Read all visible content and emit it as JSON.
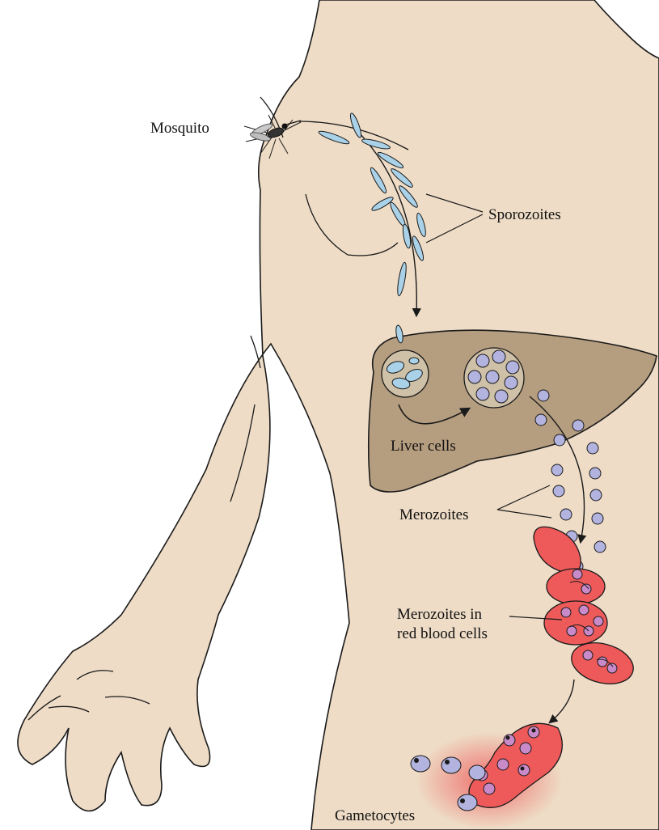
{
  "labels": {
    "mosquito": "Mosquito",
    "sporozoites": "Sporozoites",
    "liver_cells": "Liver cells",
    "merozoites": "Merozoites",
    "merozoites_rbc_line1": "Merozoites in",
    "merozoites_rbc_line2": "red blood cells",
    "gametocytes": "Gametocytes"
  },
  "colors": {
    "skin": "#EEDCC6",
    "liver": "#B59D7F",
    "sporozoite": "#A9D1E8",
    "merozoite": "#B2B3DE",
    "red_blood_cell": "#EE5A5A",
    "infected_merozoite": "#C98AC9",
    "outline": "#1A1A1A"
  }
}
